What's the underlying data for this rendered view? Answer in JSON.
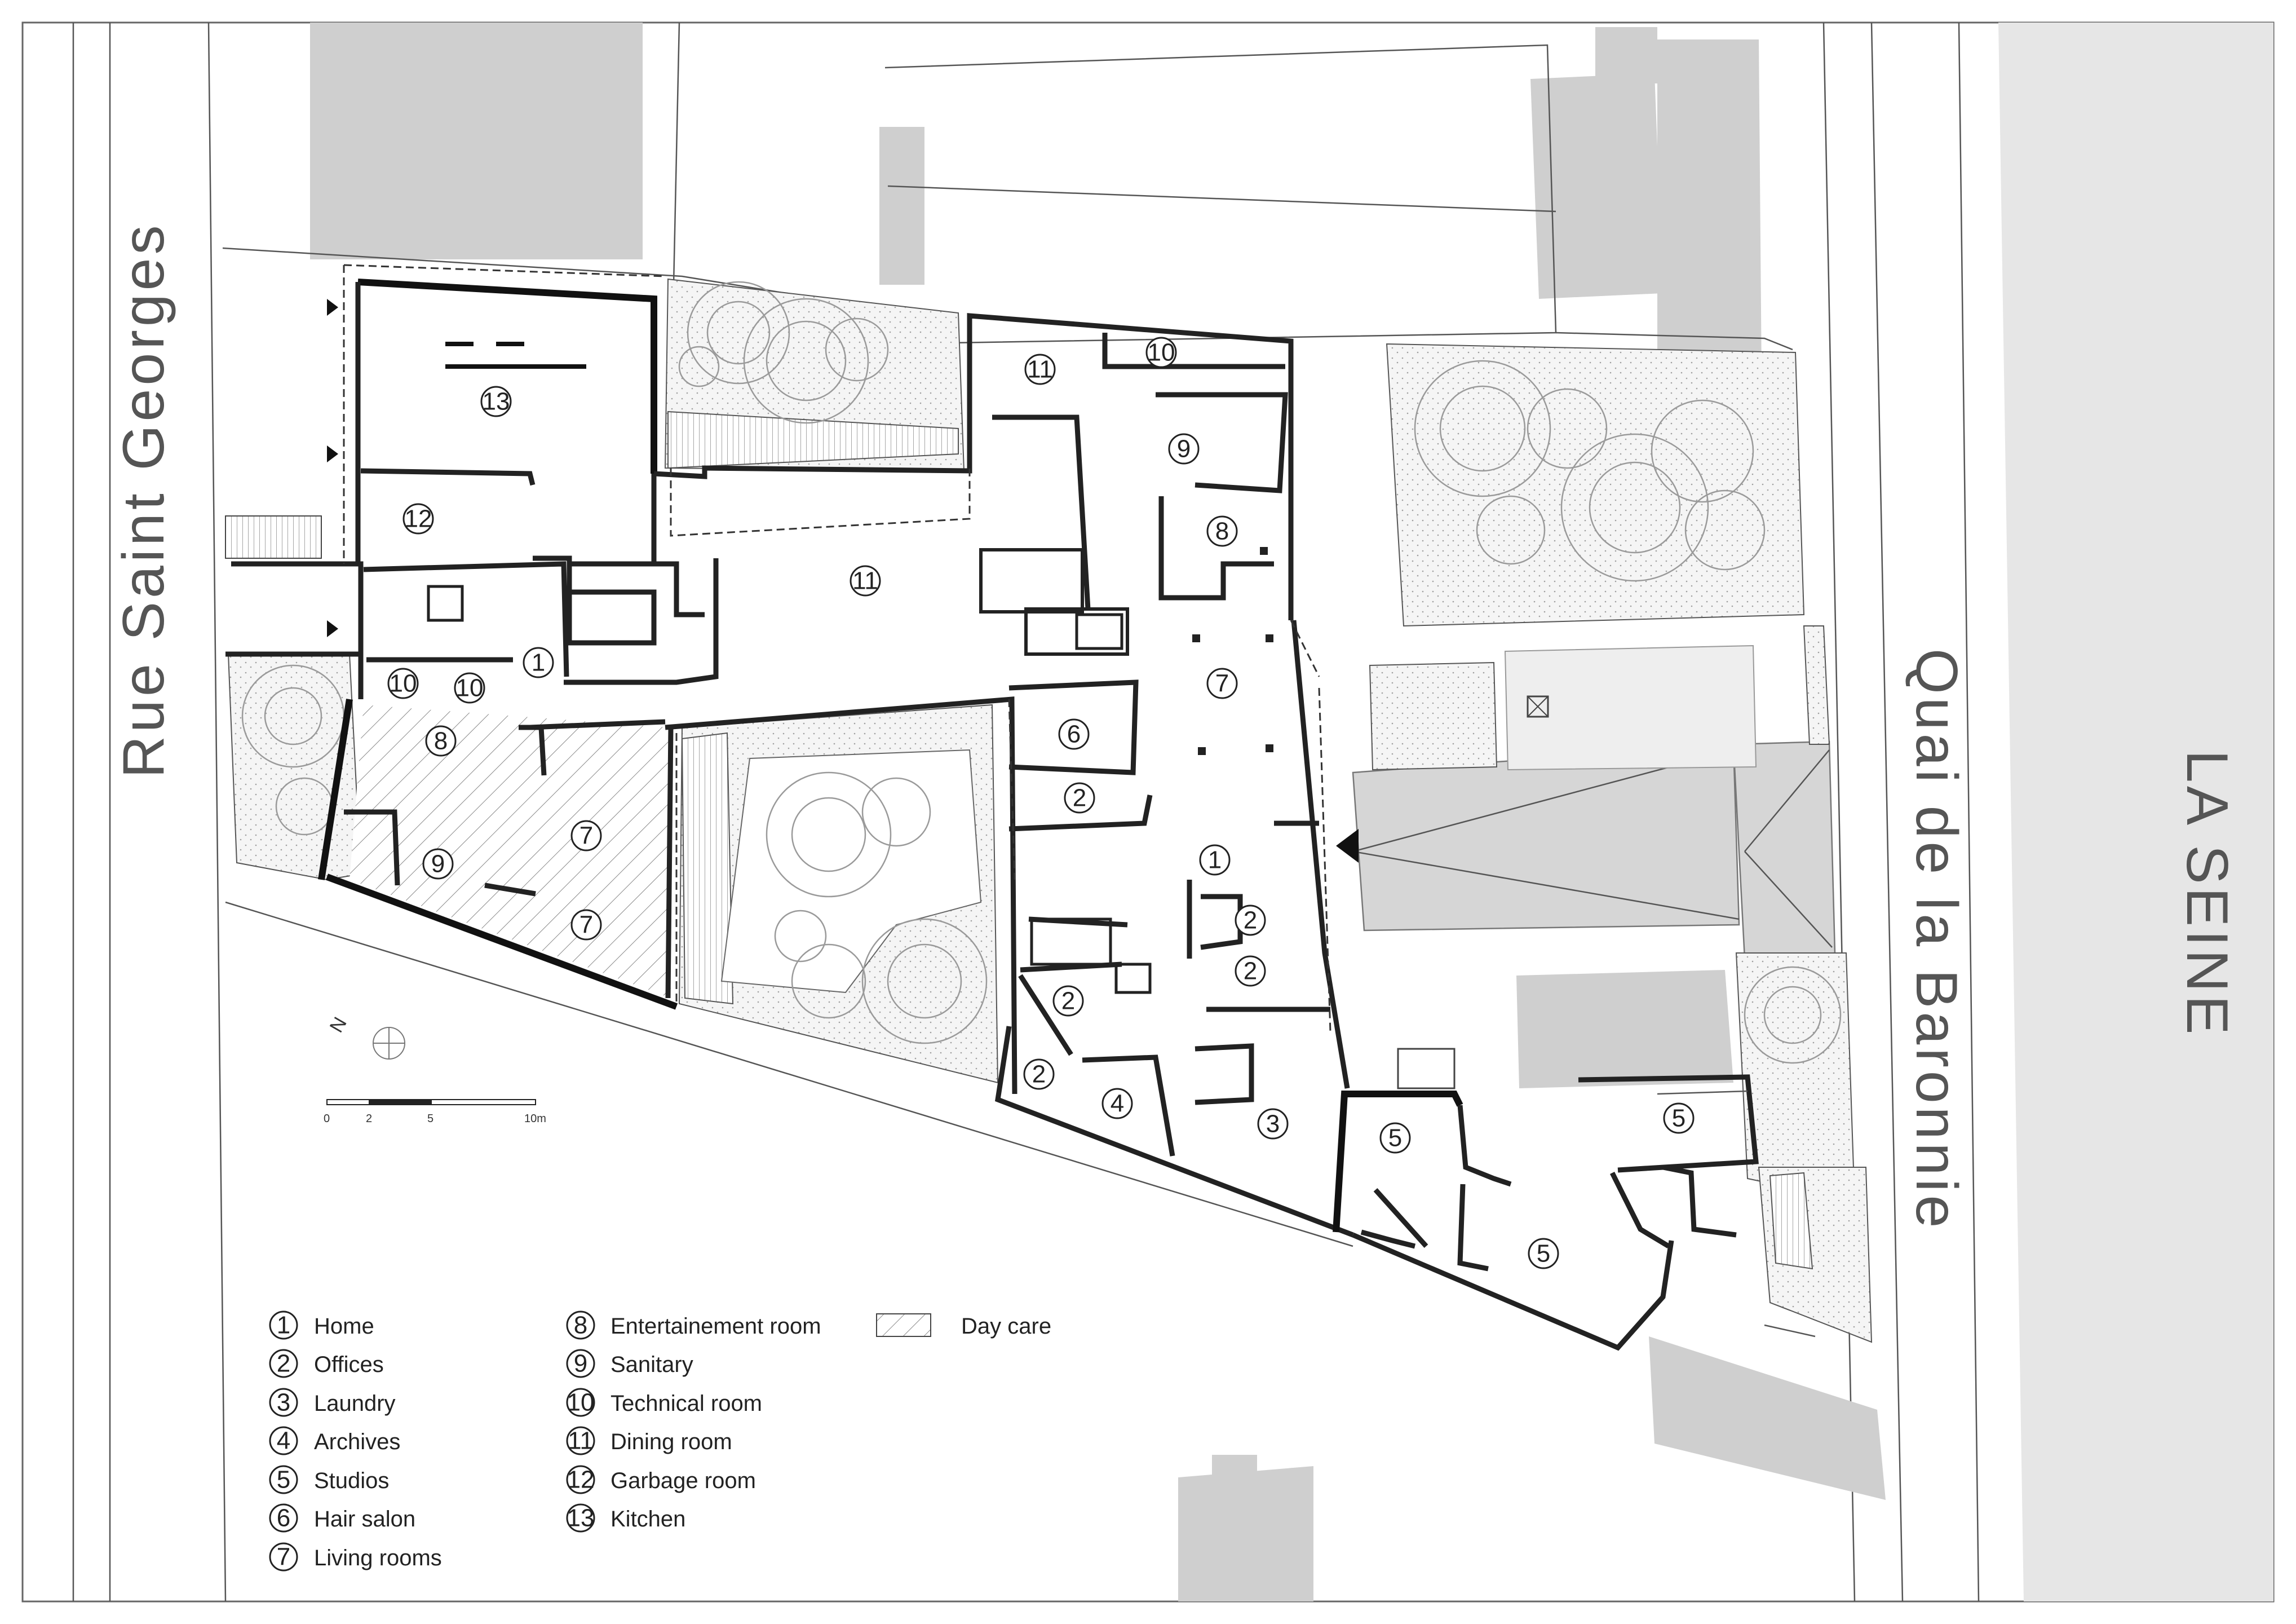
{
  "streets": {
    "left": "Rue Saint Georges",
    "right": "Quai de la Baronnie",
    "river": "LA SEINE"
  },
  "rooms": [
    {
      "num": "13"
    },
    {
      "num": "12"
    },
    {
      "num": "11"
    },
    {
      "num": "11"
    },
    {
      "num": "10"
    },
    {
      "num": "10"
    },
    {
      "num": "10"
    },
    {
      "num": "9"
    },
    {
      "num": "9"
    },
    {
      "num": "8"
    },
    {
      "num": "8"
    },
    {
      "num": "7"
    },
    {
      "num": "7"
    },
    {
      "num": "7"
    },
    {
      "num": "6"
    },
    {
      "num": "2"
    },
    {
      "num": "1"
    },
    {
      "num": "1"
    },
    {
      "num": "2"
    },
    {
      "num": "2"
    },
    {
      "num": "2"
    },
    {
      "num": "2"
    },
    {
      "num": "4"
    },
    {
      "num": "3"
    },
    {
      "num": "5"
    },
    {
      "num": "5"
    },
    {
      "num": "5"
    }
  ],
  "compass": {
    "label": "N"
  },
  "scale": {
    "ticks": [
      "0",
      "2",
      "5",
      "10m"
    ]
  },
  "legend": {
    "items": [
      {
        "num": "1",
        "label": "Home"
      },
      {
        "num": "2",
        "label": "Offices"
      },
      {
        "num": "3",
        "label": "Laundry"
      },
      {
        "num": "4",
        "label": "Archives"
      },
      {
        "num": "5",
        "label": "Studios"
      },
      {
        "num": "6",
        "label": "Hair salon"
      },
      {
        "num": "7",
        "label": "Living rooms"
      },
      {
        "num": "8",
        "label": "Entertainement room"
      },
      {
        "num": "9",
        "label": "Sanitary"
      },
      {
        "num": "10",
        "label": "Technical room"
      },
      {
        "num": "11",
        "label": "Dining room"
      },
      {
        "num": "12",
        "label": "Garbage room"
      },
      {
        "num": "13",
        "label": "Kitchen"
      }
    ],
    "hatch_label": "Day care"
  },
  "colors": {
    "wall": "#222222",
    "neighbour_building": "#cfcfcf",
    "river": "#e6e6e6",
    "garden": "#f3f3f3"
  }
}
